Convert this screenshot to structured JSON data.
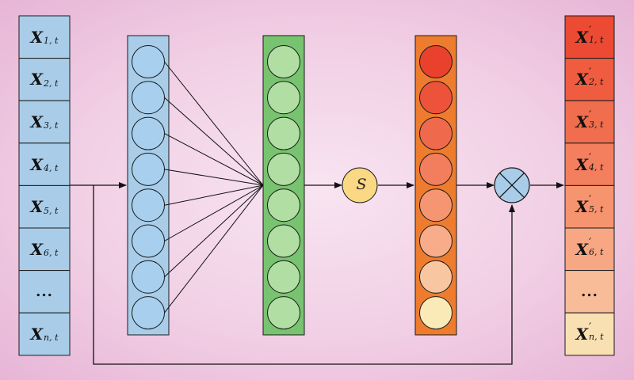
{
  "input_column": {
    "cells": [
      {
        "var": "X",
        "sub": "1, t"
      },
      {
        "var": "X",
        "sub": "2, t"
      },
      {
        "var": "X",
        "sub": "3, t"
      },
      {
        "var": "X",
        "sub": "4, t"
      },
      {
        "var": "X",
        "sub": "5, t"
      },
      {
        "var": "X",
        "sub": "6, t"
      },
      {
        "dots": "..."
      },
      {
        "var": "X",
        "sub": "n, t"
      }
    ],
    "fill": "#a9cde9"
  },
  "output_column": {
    "cells": [
      {
        "var": "X",
        "prime": "′",
        "sub": "1, t",
        "fill": "#ec4a33"
      },
      {
        "var": "X",
        "prime": "′",
        "sub": "2, t",
        "fill": "#ef5c40"
      },
      {
        "var": "X",
        "prime": "′",
        "sub": "3, t",
        "fill": "#f06d4e"
      },
      {
        "var": "X",
        "prime": "′",
        "sub": "4, t",
        "fill": "#f37f5f"
      },
      {
        "var": "X",
        "prime": "′",
        "sub": "5, t",
        "fill": "#f5946f"
      },
      {
        "var": "X",
        "prime": "′",
        "sub": "6, t",
        "fill": "#f7a783"
      },
      {
        "dots": "...",
        "fill": "#f8bc99"
      },
      {
        "var": "X",
        "prime": "′",
        "sub": "n, t",
        "fill": "#f9e0b3"
      }
    ]
  },
  "layer_blue": {
    "fill": "#a9cde9",
    "node_fill": "#a8d0ee",
    "nodes": 8
  },
  "layer_green": {
    "fill": "#78c36f",
    "node_fill": "#b1dea3",
    "nodes": 8
  },
  "layer_orange": {
    "fill": "#ee7c2e",
    "node_fills": [
      "#e9412c",
      "#ec533a",
      "#ef6a4c",
      "#f37e5d",
      "#f59572",
      "#f8ac89",
      "#f8c7a1",
      "#faeab8"
    ]
  },
  "sigmoid_node": {
    "label": "S",
    "fill": "#fbd984"
  },
  "multiply_node": {
    "fill": "#a9cde9"
  },
  "colors": {
    "stroke": "#1a1a1a",
    "line": "#111111"
  }
}
